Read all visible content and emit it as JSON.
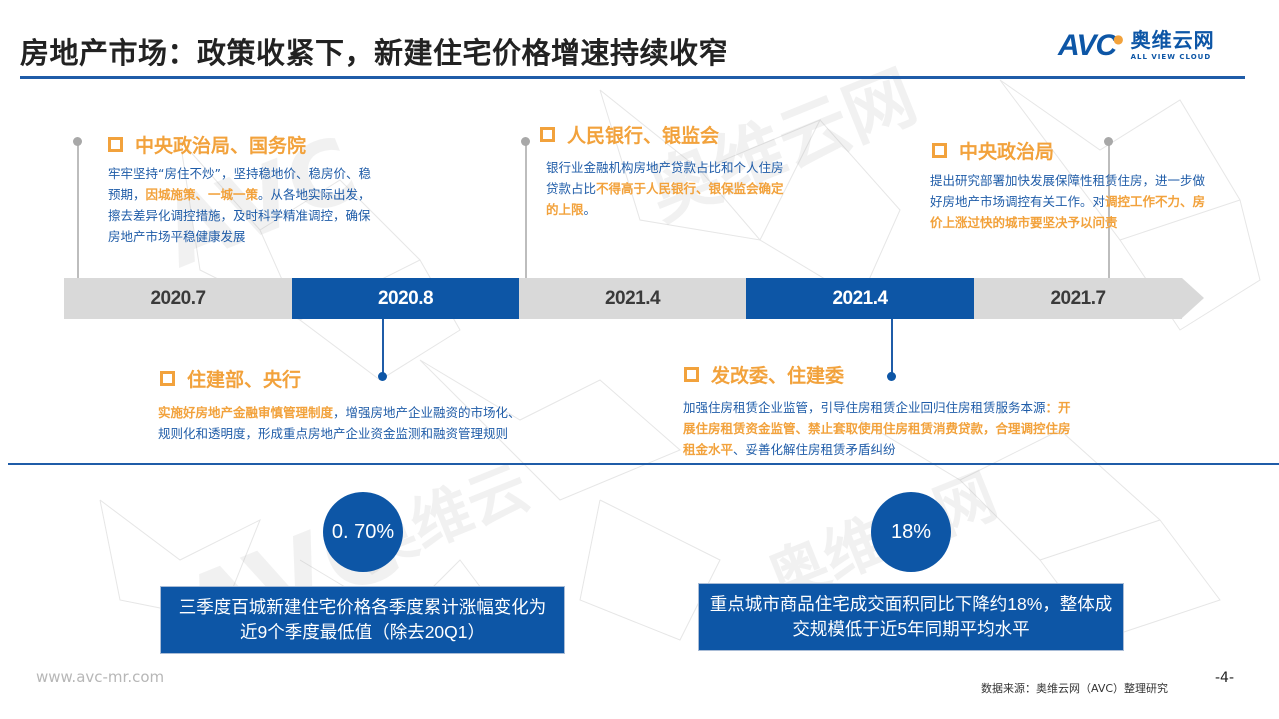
{
  "header": {
    "title": "房地产市场：政策收紧下，新建住宅价格增速持续收窄",
    "logo": {
      "mark": "AVC",
      "cn": "奥维云网",
      "en": "ALL VIEW CLOUD"
    }
  },
  "timeline": {
    "segments": [
      {
        "label": "2020.7",
        "style": "grey"
      },
      {
        "label": "2020.8",
        "style": "blue"
      },
      {
        "label": "2021.4",
        "style": "grey"
      },
      {
        "label": "2021.4",
        "style": "blue"
      },
      {
        "label": "2021.7",
        "style": "grey"
      }
    ]
  },
  "events": [
    {
      "date": "2020.7",
      "title": "中央政治局、国务院",
      "body": [
        {
          "text": "牢牢坚持“房住不炒”，坚持稳地价、稳房价、稳预期，",
          "hl": false
        },
        {
          "text": "因城施策、一城一策",
          "hl": true
        },
        {
          "text": "。从各地实际出发，擦去差异化调控措施，及时科学精准调控，确保房地产市场平稳健康发展",
          "hl": false
        }
      ]
    },
    {
      "date": "2020.8",
      "title": "住建部、央行",
      "body": [
        {
          "text": "实施好房地产金融审慎管理制度",
          "hl": true
        },
        {
          "text": "，增强房地产企业融资的市场化、规则化和透明度，形成重点房地产企业资金监测和融资管理规则",
          "hl": false
        }
      ]
    },
    {
      "date": "2021.4",
      "title": "人民银行、银监会",
      "body": [
        {
          "text": "银行业金融机构房地产贷款占比和个人住房贷款占比",
          "hl": false
        },
        {
          "text": "不得高于人民银行、银保监会确定的上限",
          "hl": true
        },
        {
          "text": "。",
          "hl": false
        }
      ]
    },
    {
      "date": "2021.4",
      "title": "发改委、住建委",
      "body": [
        {
          "text": "加强住房租赁企业监管，引导住房租赁企业回归住房租赁服务本源",
          "hl": false
        },
        {
          "text": "：开展住房租赁资金监管、禁止套取使用住房租赁消费贷款，合理调控住房租金水平",
          "hl": true
        },
        {
          "text": "、妥善化解住房租赁矛盾纠纷",
          "hl": false
        }
      ]
    },
    {
      "date": "2021.7",
      "title": "中央政治局",
      "body": [
        {
          "text": "提出研究部署加快发展保障性租赁住房，进一步做好房地产市场调控有关工作。对",
          "hl": false
        },
        {
          "text": "调控工作不力、房价上涨过快的城市要坚决予以问责",
          "hl": true
        }
      ]
    }
  ],
  "stats": [
    {
      "value": "0. 70%",
      "description": "三季度百城新建住宅价格各季度累计涨幅变化为近9个季度最低值（除去20Q1）"
    },
    {
      "value": "18%",
      "description": "重点城市商品住宅成交面积同比下降约18%，整体成交规模低于近5年同期平均水平"
    }
  ],
  "footer": {
    "url": "www.avc-mr.com",
    "source": "数据来源：奥维云网（AVC）整理研究",
    "page": "-4-"
  },
  "colors": {
    "brand_blue": "#0d56a6",
    "accent_orange": "#f2a23c",
    "timeline_grey": "#d9d9d9",
    "text_blue": "#1f5ca8"
  }
}
